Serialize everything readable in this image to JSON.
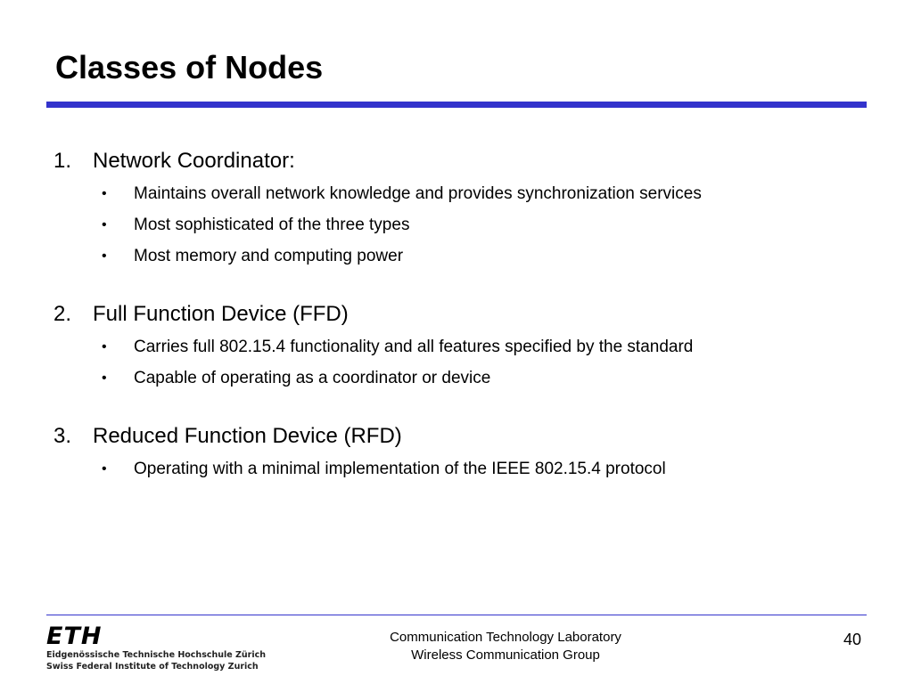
{
  "slide": {
    "title": "Classes of Nodes",
    "accent_color": "#3333cc",
    "sections": [
      {
        "number": "1.",
        "heading": "Network Coordinator:",
        "bullets": [
          "Maintains overall network knowledge and provides synchronization services",
          "Most sophisticated of the three types",
          "Most memory and computing power"
        ]
      },
      {
        "number": "2.",
        "heading": "Full Function Device (FFD)",
        "bullets": [
          "Carries full 802.15.4 functionality and all features specified by the standard",
          "Capable of operating as a coordinator or device"
        ]
      },
      {
        "number": "3.",
        "heading": "Reduced Function Device (RFD)",
        "bullets": [
          "Operating with a minimal implementation of the IEEE 802.15.4 protocol"
        ]
      }
    ]
  },
  "footer": {
    "logo_mark": "ETH",
    "logo_line1": "Eidgenössische Technische Hochschule Zürich",
    "logo_line2": "Swiss Federal Institute of Technology Zurich",
    "lab_line1": "Communication Technology Laboratory",
    "lab_line2": "Wireless Communication Group",
    "page_number": "40"
  }
}
